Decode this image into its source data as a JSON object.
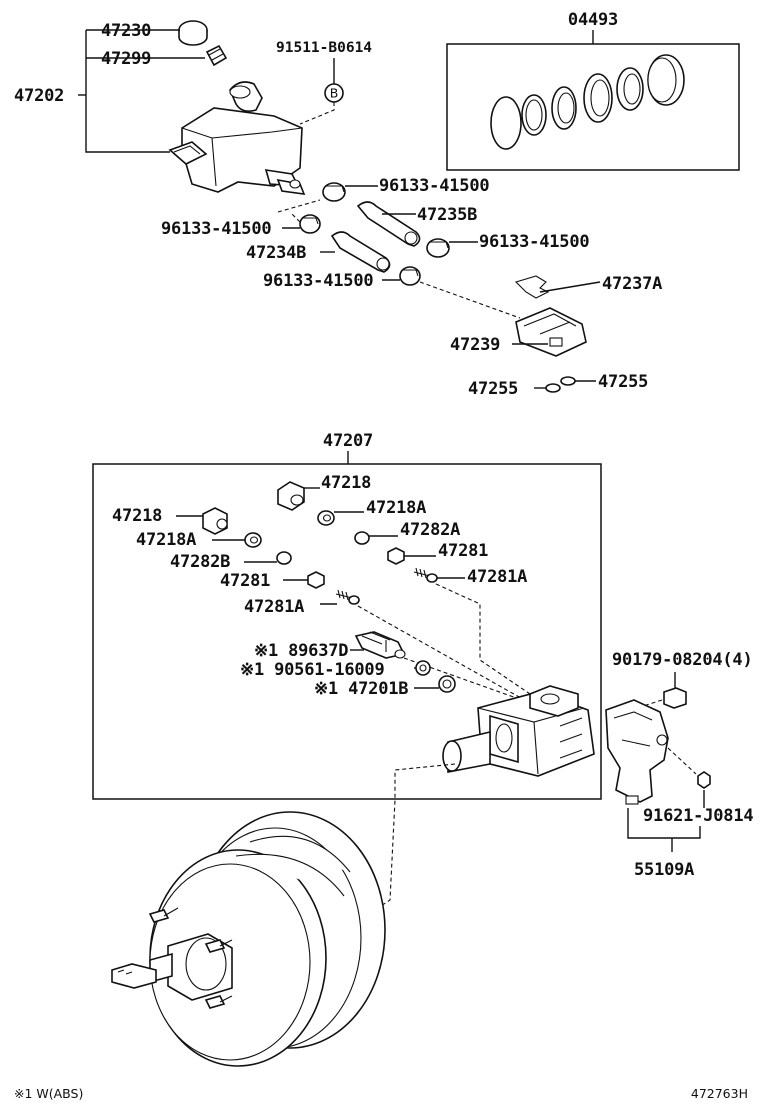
{
  "labels": {
    "p47230": "47230",
    "p47299": "47299",
    "p47202": "47202",
    "p91511": "91511-B0614",
    "p04493": "04493",
    "clip1": "96133-41500",
    "clip2": "96133-41500",
    "clip3": "96133-41500",
    "clip4": "96133-41500",
    "p47235B": "47235B",
    "p47234B": "47234B",
    "p47237A": "47237A",
    "p47239": "47239",
    "p47255a": "47255",
    "p47255b": "47255",
    "p47207": "47207",
    "p47218a": "47218",
    "p47218b": "47218",
    "p47218Aa": "47218A",
    "p47218Ab": "47218A",
    "p47282Aa": "47282A",
    "p47282Bb": "47282B",
    "p47281a": "47281",
    "p47281b": "47281",
    "p47281Aa": "47281A",
    "p47281Ab": "47281A",
    "p89637D": "※1 89637D",
    "p90561": "※1 90561-16009",
    "p47201B": "※1 47201B",
    "p90179": "90179-08204(4)",
    "p91621": "91621-J0814",
    "p55109A": "55109A",
    "refB": "B",
    "footnote": "※1 W(ABS)",
    "drawing_code": "472763H"
  }
}
